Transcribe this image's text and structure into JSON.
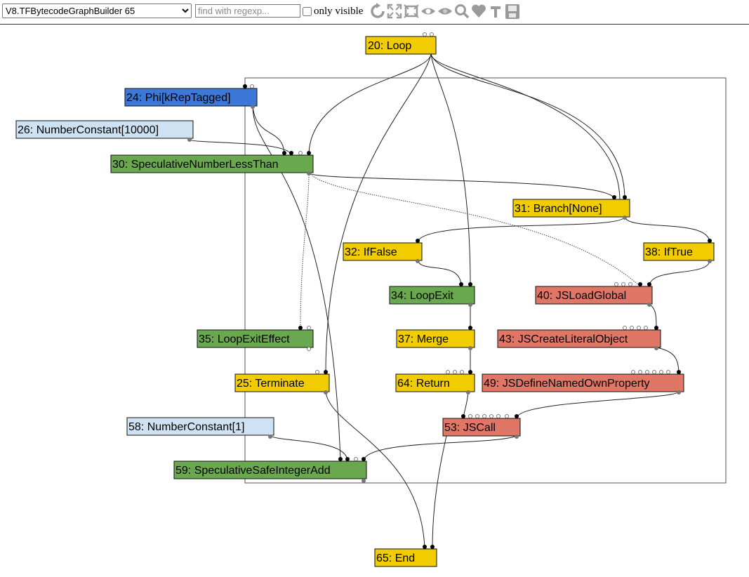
{
  "toolbar": {
    "phase_selected": "V8.TFBytecodeGraphBuilder 65",
    "search_placeholder": "find with regexp...",
    "only_visible_label": "only visible",
    "icons": [
      "reload-icon",
      "expand-all-icon",
      "collapse-icon",
      "eye-icon",
      "hide-eye-icon",
      "zoom-icon",
      "heart-icon",
      "text-icon",
      "save-icon"
    ]
  },
  "colors": {
    "control": "#f0cc00",
    "simplified": "#6aa84f",
    "constant": "#cfe2f3",
    "phi": "#3c78d8",
    "javascript": "#e07766"
  },
  "graph": {
    "nodes": [
      {
        "id": "n20",
        "label": "20: Loop",
        "kind": "control"
      },
      {
        "id": "n24",
        "label": "24: Phi[kRepTagged]",
        "kind": "phi"
      },
      {
        "id": "n26",
        "label": "26: NumberConstant[10000]",
        "kind": "constant"
      },
      {
        "id": "n30",
        "label": "30: SpeculativeNumberLessThan",
        "kind": "simplified"
      },
      {
        "id": "n31",
        "label": "31: Branch[None]",
        "kind": "control"
      },
      {
        "id": "n32",
        "label": "32: IfFalse",
        "kind": "control"
      },
      {
        "id": "n38",
        "label": "38: IfTrue",
        "kind": "control"
      },
      {
        "id": "n34",
        "label": "34: LoopExit",
        "kind": "simplified"
      },
      {
        "id": "n40",
        "label": "40: JSLoadGlobal",
        "kind": "javascript"
      },
      {
        "id": "n35",
        "label": "35: LoopExitEffect",
        "kind": "simplified"
      },
      {
        "id": "n37",
        "label": "37: Merge",
        "kind": "control"
      },
      {
        "id": "n43",
        "label": "43: JSCreateLiteralObject",
        "kind": "javascript"
      },
      {
        "id": "n25",
        "label": "25: Terminate",
        "kind": "control"
      },
      {
        "id": "n64",
        "label": "64: Return",
        "kind": "control"
      },
      {
        "id": "n49",
        "label": "49: JSDefineNamedOwnProperty",
        "kind": "javascript"
      },
      {
        "id": "n58",
        "label": "58: NumberConstant[1]",
        "kind": "constant"
      },
      {
        "id": "n53",
        "label": "53: JSCall",
        "kind": "javascript"
      },
      {
        "id": "n59",
        "label": "59: SpeculativeSafeIntegerAdd",
        "kind": "simplified"
      },
      {
        "id": "n65",
        "label": "65: End",
        "kind": "control"
      }
    ]
  }
}
